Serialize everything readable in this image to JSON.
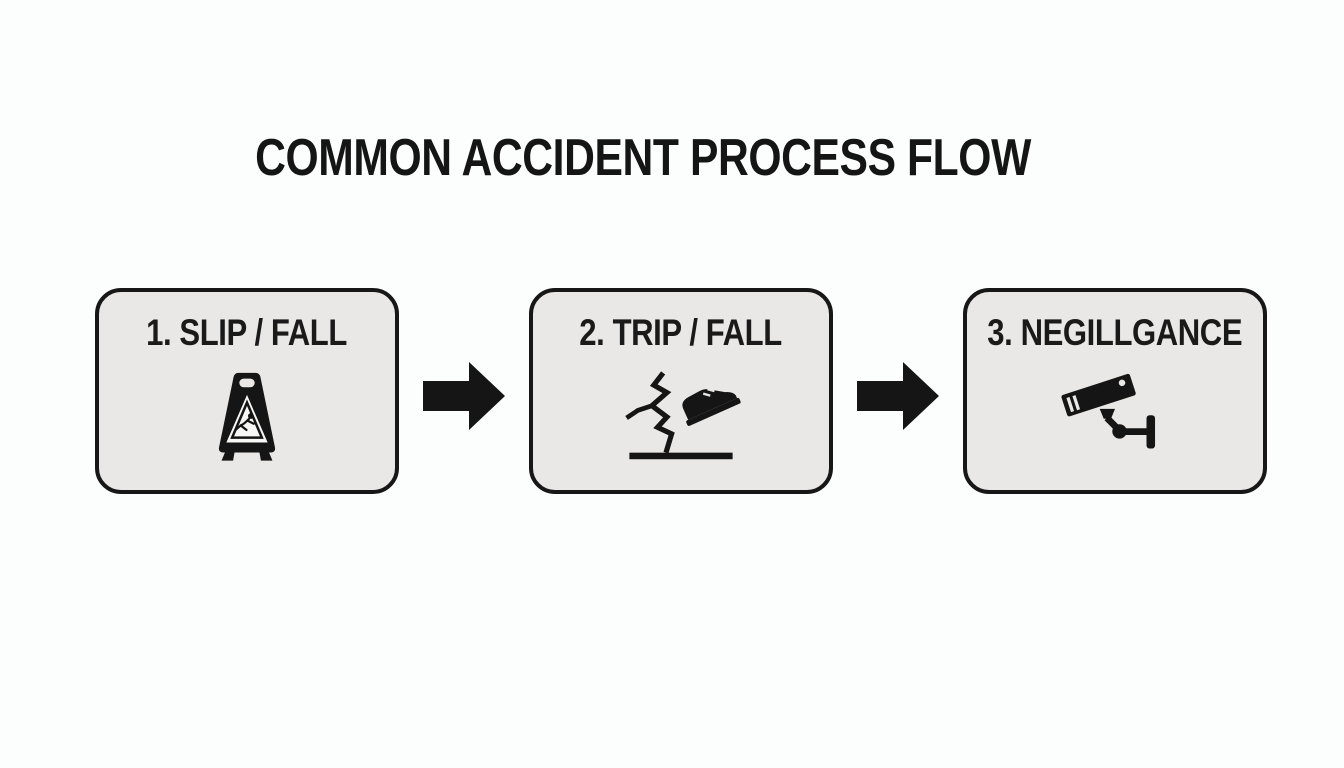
{
  "title": "COMMON ACCIDENT PROCESS FLOW",
  "steps": [
    {
      "label": "1. SLIP / FALL",
      "icon": "wet-floor-sign-icon"
    },
    {
      "label": "2. TRIP / FALL",
      "icon": "trip-crack-shoe-icon"
    },
    {
      "label": "3. NEGILLGANCE",
      "icon": "cctv-camera-icon"
    }
  ],
  "connectors": [
    {
      "icon": "arrow-right-icon"
    },
    {
      "icon": "arrow-right-icon"
    }
  ],
  "colors": {
    "page_background": "#fcfdfd",
    "box_fill": "#e9e8e6",
    "box_border": "#171717",
    "text": "#1a1a1a",
    "icon_ink": "#151515",
    "icon_cutout": "#f5f5f3"
  }
}
